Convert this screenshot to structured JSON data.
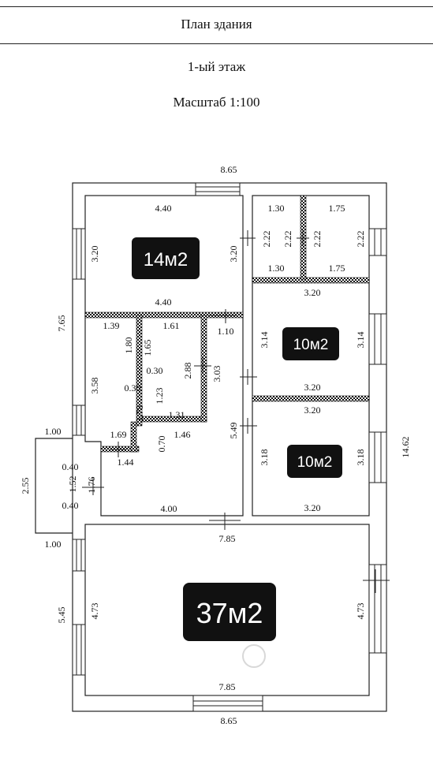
{
  "header": {
    "title": "План здания"
  },
  "floor": "1-ый этаж",
  "scale": "Масштаб 1:100",
  "areas": {
    "room_top_left": "14м2",
    "room_right_upper": "10м2",
    "room_right_lower": "10м2",
    "room_bottom": "37м2"
  },
  "dims": {
    "top_outer": "8.65",
    "bottom_outer": "8.65",
    "right_outer": "14.62",
    "left_upper": "7.65",
    "left_lower": "5.45",
    "porch_height": "2.55",
    "porch_top": "1.00",
    "porch_bottom": "1.00",
    "porch_a": "0.40",
    "porch_b": "1.52",
    "porch_c": "0.40",
    "porch_d": "1.76",
    "r1_top": "4.40",
    "r1_left": "3.20",
    "r1_right": "3.20",
    "r1_bottom": "4.40",
    "wc1_top": "1.30",
    "wc2_top": "1.75",
    "wc1_h": "2.22",
    "wc1_h2": "2.22",
    "wc2_h": "2.22",
    "wc2_h2": "2.22",
    "wc1_bottom": "1.30",
    "wc2_bottom": "1.75",
    "r2_top": "3.20",
    "r2_left": "3.14",
    "r2_right": "3.14",
    "r2_bottom": "3.20",
    "r3_top": "3.20",
    "r3_left": "3.18",
    "r3_right": "3.18",
    "r3_bottom": "3.20",
    "hall_139": "1.39",
    "hall_358": "3.58",
    "hall_030a": "0.30",
    "hall_178": "1.78",
    "hall_169": "1.69",
    "hall_144": "1.44",
    "hall_070": "0.70",
    "hall_146": "1.46",
    "hall_180": "1.80",
    "hall_161": "1.61",
    "hall_165": "1.65",
    "hall_030b": "0.30",
    "hall_123": "1.23",
    "hall_288": "2.88",
    "hall_131": "1.31",
    "hall_110": "1.10",
    "hall_303": "3.03",
    "hall_549": "5.49",
    "hall_400": "4.00",
    "mid_785": "7.85",
    "r4_left": "4.73",
    "r4_right": "4.73",
    "r4_bottom": "7.85"
  }
}
